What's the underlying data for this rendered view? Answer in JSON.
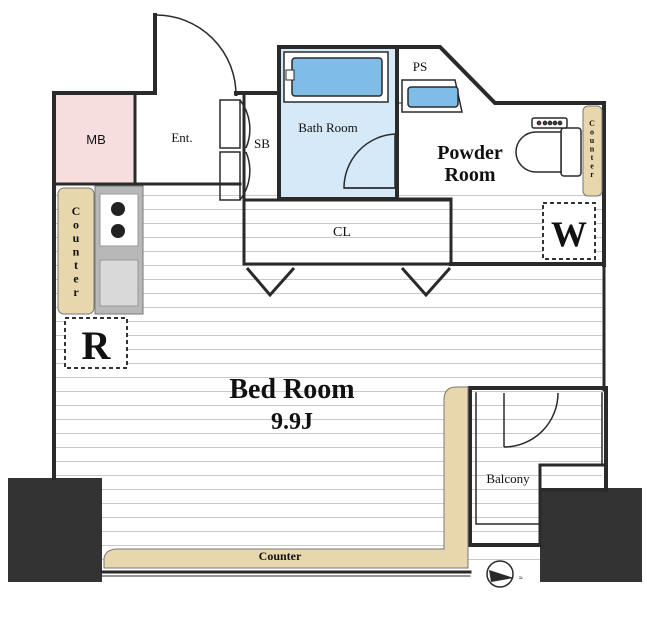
{
  "rooms": {
    "mb": "MB",
    "entrance": "Ent.",
    "sb": "SB",
    "bath_room": "Bath Room",
    "ps": "PS",
    "powder_room_line1": "Powder",
    "powder_room_line2": "Room",
    "closet": "CL",
    "bed_room": "Bed Room",
    "bed_room_size": "9.9J",
    "balcony": "Balcony"
  },
  "fixtures": {
    "kitchen_counter": [
      "C",
      "o",
      "u",
      "n",
      "t",
      "e",
      "r"
    ],
    "powder_counter": [
      "C",
      "o",
      "u",
      "n",
      "t",
      "e",
      "r"
    ],
    "bottom_counter": "Counter",
    "refrigerator_mark": "R",
    "washer_mark": "W"
  },
  "colors": {
    "wall": "#2a2a2a",
    "mb_fill": "#f6dede",
    "bath_fill": "#d6e9f8",
    "tub": "#7fbde6",
    "counter": "#e8d7ac",
    "stove": "#b8b8b8",
    "floor_line": "#c9c9c9",
    "column": "#333333"
  }
}
